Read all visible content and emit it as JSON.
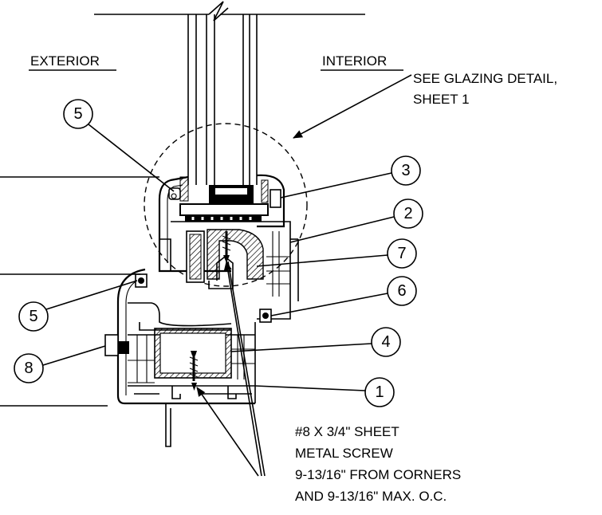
{
  "labels": {
    "exterior": "EXTERIOR",
    "interior": "INTERIOR",
    "glazing_note_1": "SEE GLAZING DETAIL,",
    "glazing_note_2": "SHEET 1",
    "screw_note_1": "#8 X 3/4\" SHEET",
    "screw_note_2": "METAL SCREW",
    "screw_note_3": "9-13/16\" FROM CORNERS",
    "screw_note_4": "AND 9-13/16\" MAX. O.C."
  },
  "callouts": {
    "c5_top": "5",
    "c3": "3",
    "c2": "2",
    "c7": "7",
    "c6": "6",
    "c5_left": "5",
    "c4": "4",
    "c8": "8",
    "c1": "1"
  }
}
